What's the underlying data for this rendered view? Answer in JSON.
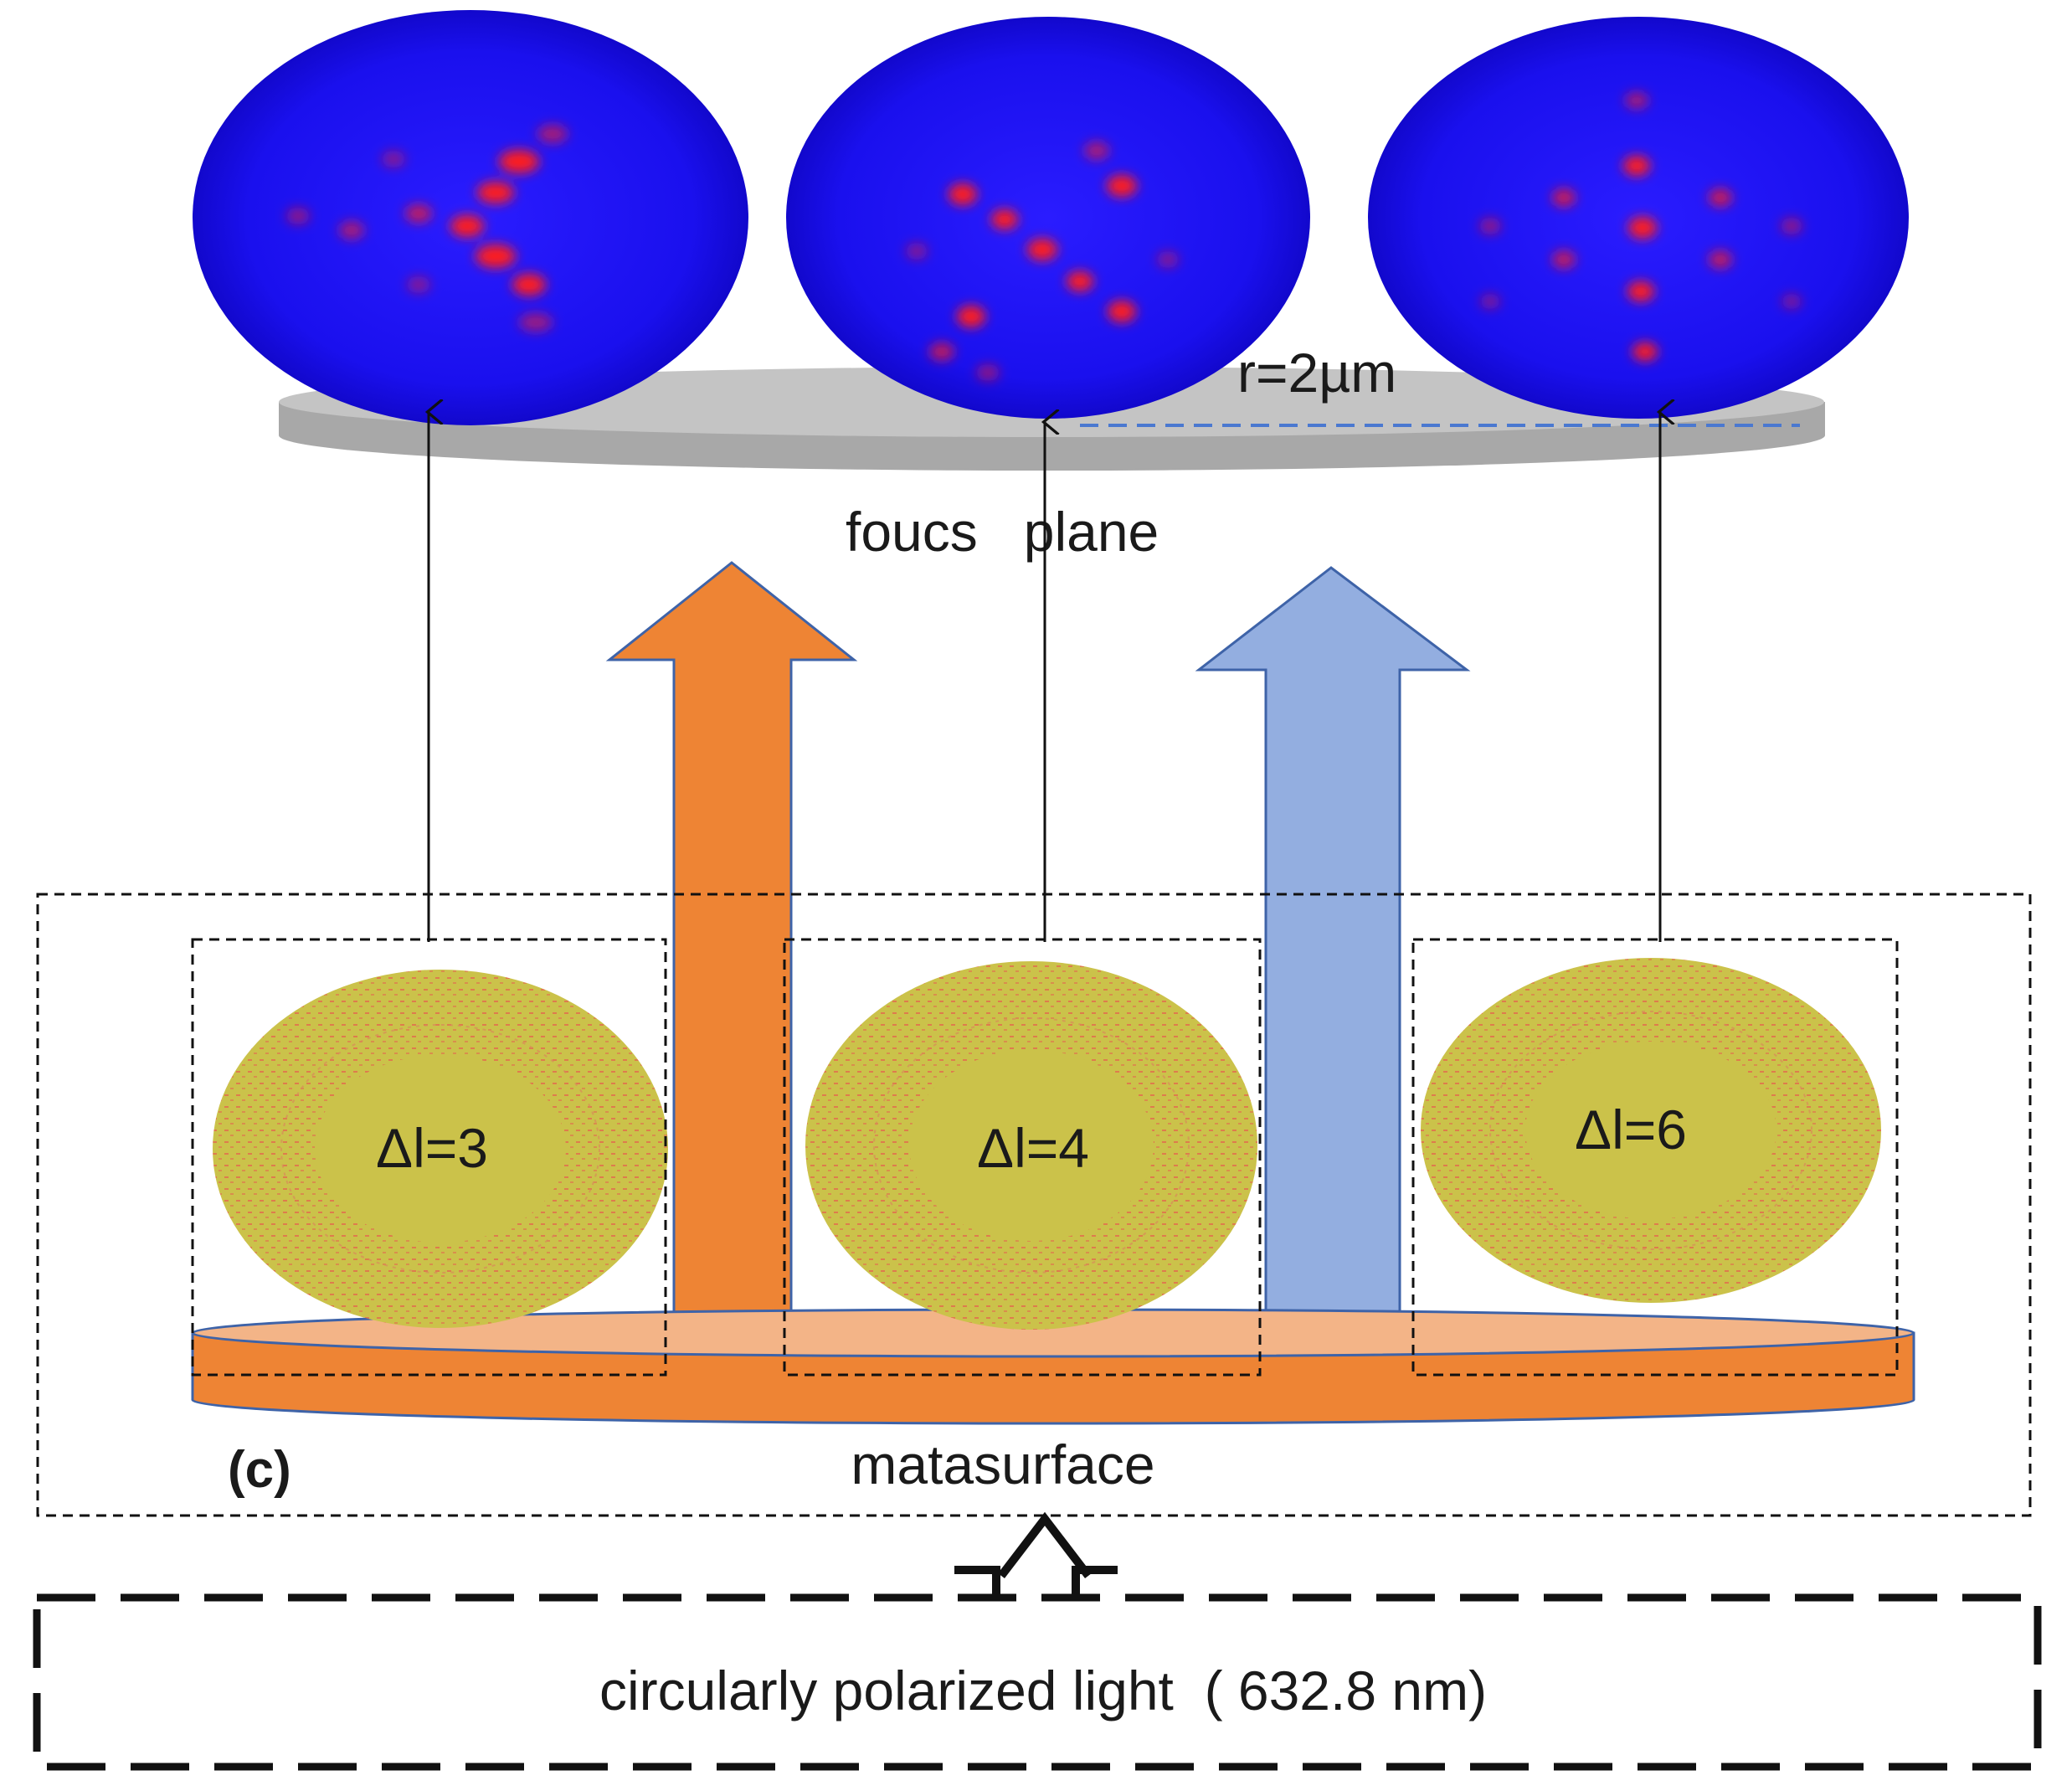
{
  "panel_label": "(c)",
  "radius_label": "r=2µm",
  "focus_plane_label": "foucs   plane",
  "metasurface_label": "matasurface",
  "source_label": "circularly polarized light  ( 632.8 nm)",
  "units": [
    {
      "delta_l_label": "Δl=3"
    },
    {
      "delta_l_label": "Δl=4"
    },
    {
      "delta_l_label": "Δl=6"
    }
  ],
  "colors": {
    "focal_disk": "#1a10ee",
    "focal_spot": "#ff1b1b",
    "focus_plane": "#bdbdbd",
    "metasurface_top": "#f3b487",
    "metasurface_body": "#ee8434",
    "unit_cell": "#cbc24a",
    "arrow_orange": "#ee8434",
    "arrow_blue": "#93aee0",
    "outline_blue": "#3e63a8"
  }
}
